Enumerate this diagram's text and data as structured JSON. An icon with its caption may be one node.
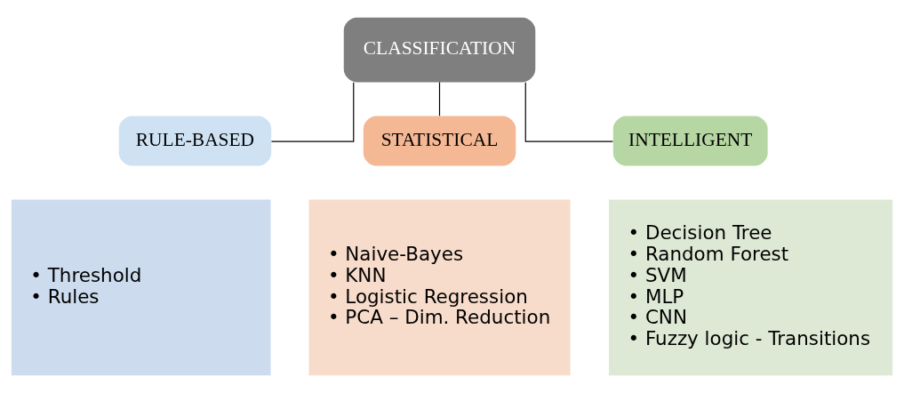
{
  "diagram": {
    "nodes": [
      {
        "text": [
          "CLASSIFICATION"
        ]
      },
      {
        "text": [
          "RULE-BASED"
        ]
      },
      {
        "text": [
          "STATISTICAL"
        ]
      },
      {
        "text": [
          "INTELLIGENT"
        ]
      },
      {
        "text": [
          "• Threshold",
          "• Rules"
        ]
      },
      {
        "text": [
          "• Naive-Bayes",
          "• KNN",
          "• Logistic Regression",
          "• PCA – Dim. Reduction"
        ]
      },
      {
        "text": [
          "• Decision Tree",
          "• Random Forest",
          "• SVM",
          "• MLP",
          "• CNN",
          "• Fuzzy logic - Transitions"
        ]
      }
    ],
    "edges": [
      {
        "from": 0,
        "to": 1,
        "arrow": "none"
      },
      {
        "from": 0,
        "to": 2,
        "arrow": "none"
      },
      {
        "from": 0,
        "to": 3,
        "arrow": "none"
      }
    ]
  }
}
